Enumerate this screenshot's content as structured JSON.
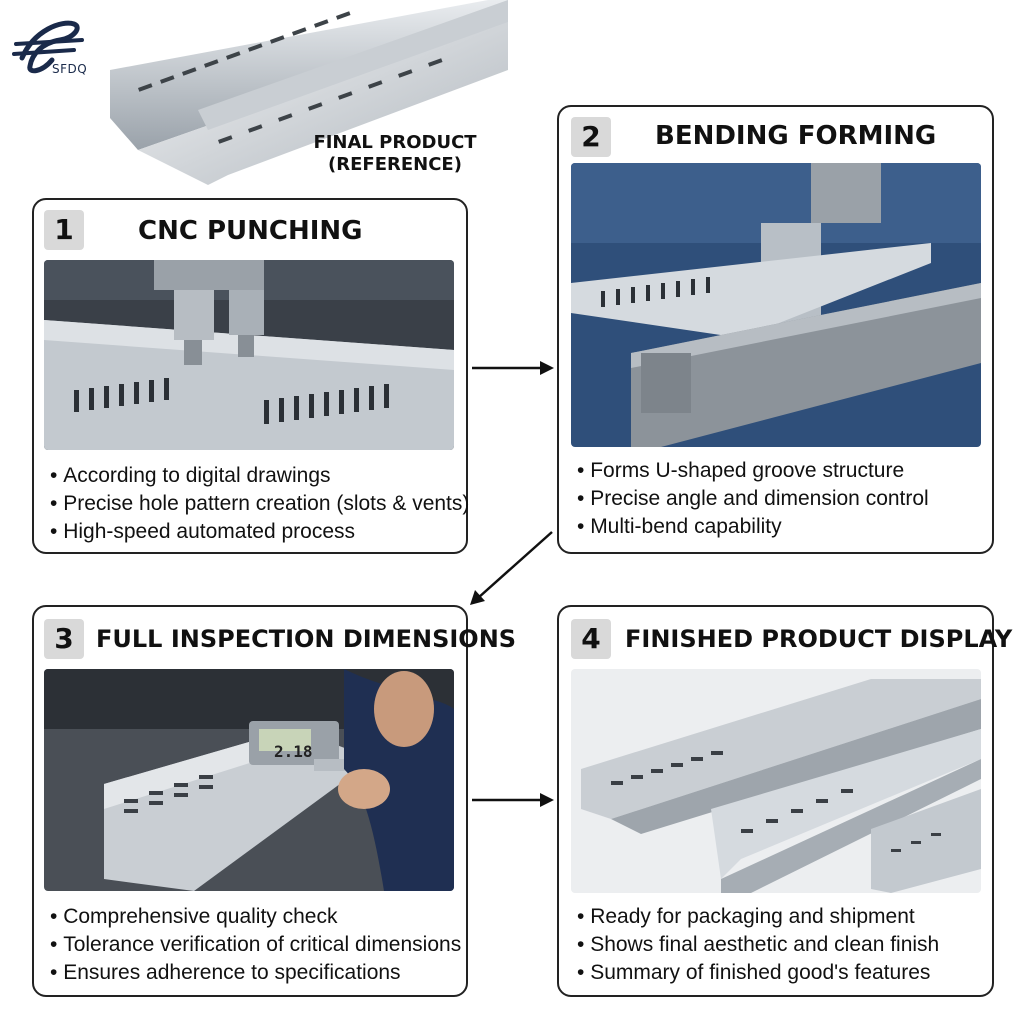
{
  "logo": {
    "text": "SFDQ",
    "icon": "sfdq-logo-icon"
  },
  "reference": {
    "caption_line1": "FINAL PRODUCT",
    "caption_line2": "(REFERENCE)"
  },
  "steps": [
    {
      "number": "1",
      "title": "CNC PUNCHING",
      "bullets": [
        "According to digital drawings",
        "Precise hole pattern creation (slots & vents)",
        "High-speed automated process"
      ]
    },
    {
      "number": "2",
      "title": "BENDING FORMING",
      "bullets": [
        "Forms U-shaped groove structure",
        "Precise angle and dimension control",
        "Multi-bend capability"
      ]
    },
    {
      "number": "3",
      "title": "FULL INSPECTION DIMENSIONS",
      "bullets": [
        "Comprehensive quality check",
        "Tolerance verification of critical dimensions",
        "Ensures adherence to specifications"
      ]
    },
    {
      "number": "4",
      "title": "FINISHED PRODUCT DISPLAY",
      "bullets": [
        "Ready for packaging and shipment",
        "Shows final aesthetic and clean finish",
        "Summary of finished good's features"
      ]
    }
  ],
  "inspection": {
    "caliper_reading": "2.18"
  },
  "colors": {
    "border": "#222222",
    "badge": "#d9d9d9",
    "logo": "#1a2a4a",
    "machine_blue": "#2f4f7a",
    "steel": "#b8bfc6"
  }
}
